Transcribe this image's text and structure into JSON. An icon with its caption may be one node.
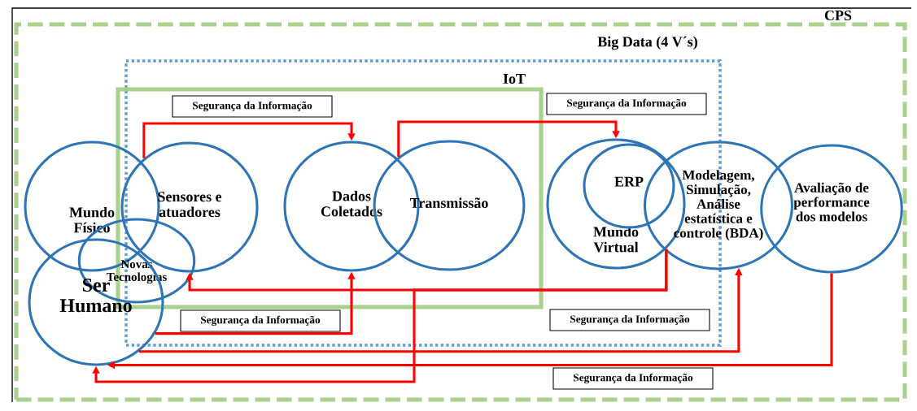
{
  "diagram": {
    "nodes": [
      {
        "text": [
          "CPS"
        ]
      },
      {
        "text": [
          "Big Data (4 V´s)"
        ],
        "in": 0
      },
      {
        "text": [
          "IoT"
        ],
        "in": 1
      },
      {
        "text": [
          "Mundo Físico"
        ],
        "in": 0
      },
      {
        "text": [
          "Sensores e atuadores"
        ],
        "in": 2
      },
      {
        "text": [
          "Dados Coletados"
        ],
        "in": 2
      },
      {
        "text": [
          "Transmissão"
        ],
        "in": 2
      },
      {
        "text": [
          "Mundo Virtual"
        ],
        "in": 1
      },
      {
        "text": [
          "ERP"
        ],
        "in": 7
      },
      {
        "text": [
          "Modelagem, Simulação, Análise estatística e controle (BDA)"
        ],
        "in": 0
      },
      {
        "text": [
          "Avaliação de performance dos modelos"
        ],
        "in": 0
      },
      {
        "text": [
          "Novas Tecnologias"
        ],
        "in": 0
      },
      {
        "text": [
          "Ser Humano"
        ],
        "in": 0
      }
    ],
    "edges": [
      {
        "from": 4,
        "to": 5,
        "arrow": "to"
      },
      {
        "from": 6,
        "to": 7,
        "arrow": "to"
      },
      {
        "from": 7,
        "to": 4,
        "arrow": "to"
      },
      {
        "from": 7,
        "to": 12,
        "arrow": "to"
      },
      {
        "from": 12,
        "to": 5,
        "arrow": "to"
      },
      {
        "from": 12,
        "to": 9,
        "arrow": "to"
      },
      {
        "from": 10,
        "to": 12,
        "arrow": "to"
      }
    ],
    "labels": [
      "Segurança da Informação",
      "Segurança da Informação",
      "Segurança da Informação",
      "Segurança da Informação",
      "Segurança da Informação"
    ]
  }
}
